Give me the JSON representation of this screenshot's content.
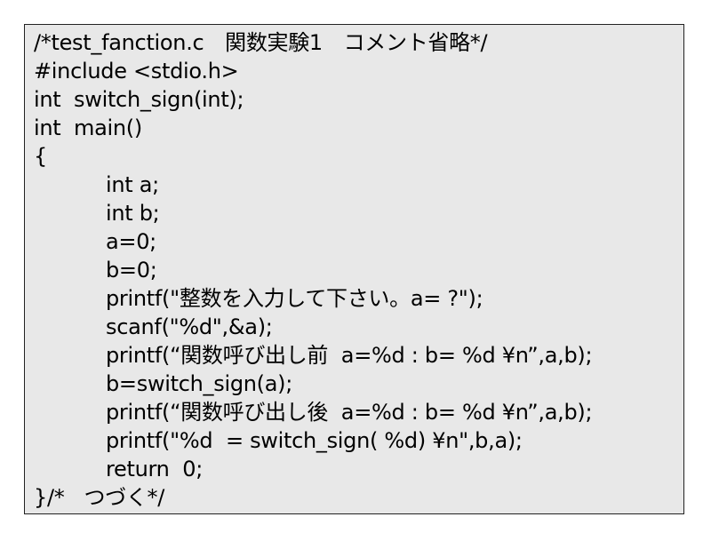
{
  "code_lines": [
    {
      "text": "/*test_fanction.c　関数実験1　コメント省略*/",
      "indent": 0
    },
    {
      "text": "#include <stdio.h>",
      "indent": 0
    },
    {
      "text": "int  switch_sign(int);",
      "indent": 0
    },
    {
      "text": "int  main()",
      "indent": 0
    },
    {
      "text": "{",
      "indent": 0
    },
    {
      "text": "int a;",
      "indent": 1
    },
    {
      "text": "int b;",
      "indent": 1
    },
    {
      "text": "a=0;",
      "indent": 1
    },
    {
      "text": "b=0;",
      "indent": 1
    },
    {
      "text": "printf(\"整数を入力して下さい。a= ?\");",
      "indent": 1
    },
    {
      "text": "scanf(\"%d\",&a);",
      "indent": 1
    },
    {
      "text": "printf(“関数呼び出し前  a=%d : b= %d ¥n”,a,b);",
      "indent": 1
    },
    {
      "text": "b=switch_sign(a);",
      "indent": 1
    },
    {
      "text": "printf(“関数呼び出し後  a=%d : b= %d ¥n”,a,b);",
      "indent": 1
    },
    {
      "text": "printf(\"%d  = switch_sign( %d) ¥n\",b,a);",
      "indent": 1
    },
    {
      "text": "return  0;",
      "indent": 1
    },
    {
      "text": "}/*   つづく*/",
      "indent": 0
    }
  ]
}
